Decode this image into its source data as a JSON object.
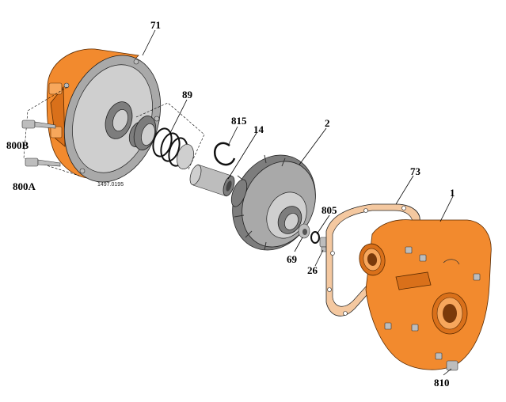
{
  "labels": {
    "p71": "71",
    "p89": "89",
    "p815": "815",
    "p14": "14",
    "p2": "2",
    "p73": "73",
    "p1": "1",
    "p805": "805",
    "p69": "69",
    "p26": "26",
    "p800b": "800B",
    "p800a": "800A",
    "p810": "810"
  },
  "drawing_code": "1497.0195",
  "colors": {
    "housing": "#f28a2e",
    "impeller": "#a9a9a9",
    "gasket": "#f4c8a0"
  }
}
